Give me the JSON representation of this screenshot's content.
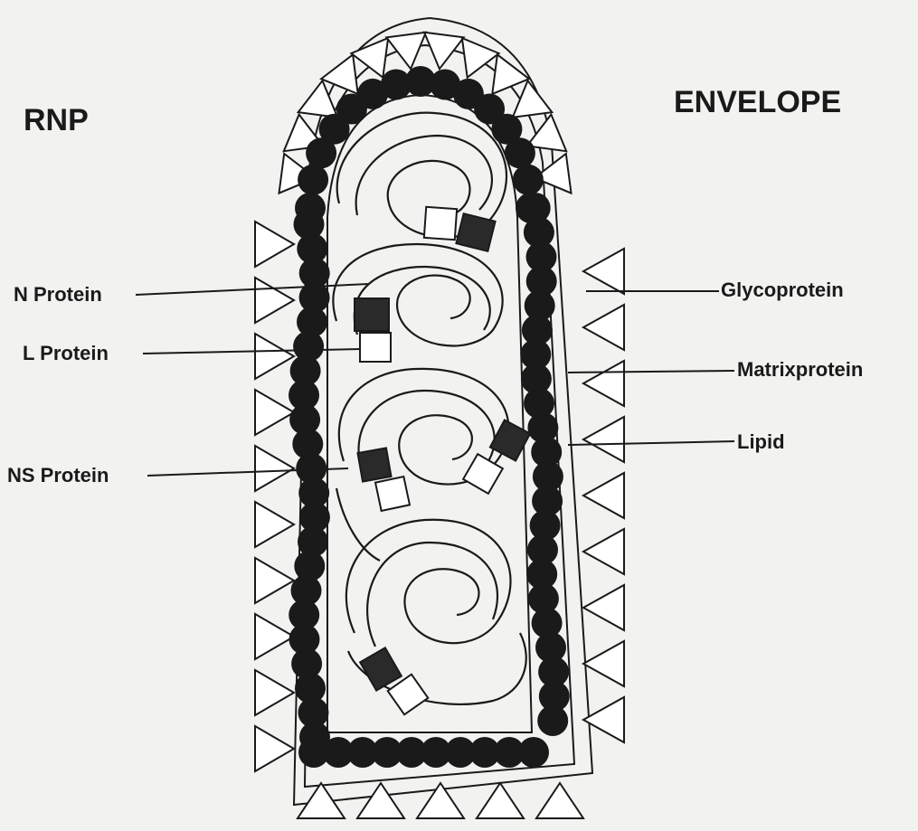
{
  "headings": {
    "left": "RNP",
    "right": "ENVELOPE"
  },
  "labels_left": [
    {
      "id": "n-protein",
      "text": "N Protein"
    },
    {
      "id": "l-protein",
      "text": "L Protein"
    },
    {
      "id": "ns-protein",
      "text": "NS Protein"
    }
  ],
  "labels_right": [
    {
      "id": "glycoprotein",
      "text": "Glycoprotein"
    },
    {
      "id": "matrixprotein",
      "text": "Matrixprotein"
    },
    {
      "id": "lipid",
      "text": "Lipid"
    }
  ],
  "colors": {
    "background": "#f2f2f0",
    "ink": "#1a1a1a",
    "fill_light": "#ffffff",
    "fill_dark": "#2a2a2a"
  }
}
